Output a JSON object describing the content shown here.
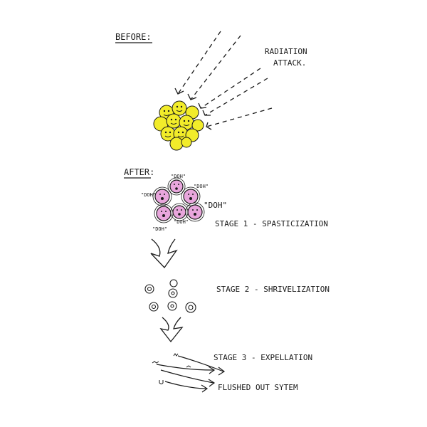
{
  "before": {
    "heading": "BEFORE:",
    "attack_label_line1": "RADIATION",
    "attack_label_line2": "ATTACK."
  },
  "after": {
    "heading": "AFTER:",
    "cell_exclamations": [
      "\"DOH\"",
      "\"DOH\"",
      "\"DOH\"",
      "\"DOH\"",
      "\"DOH\"",
      "\"DOH\""
    ]
  },
  "stages": [
    {
      "label": "STAGE 1 - SPASTICIZATION"
    },
    {
      "label": "STAGE 2 - SHRIVELIZATION"
    },
    {
      "label": "STAGE 3 - EXPELLATION"
    }
  ],
  "outcome": {
    "label": "FLUSHED OUT SYTEM"
  },
  "colors": {
    "healthy_cell": "#f2ec2a",
    "damaged_cell": "#e8a6dc",
    "ink": "#1a1a1a"
  }
}
